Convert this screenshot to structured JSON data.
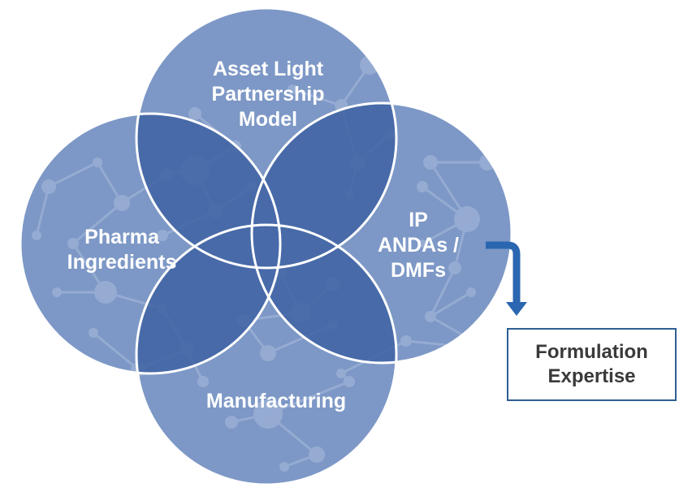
{
  "diagram": {
    "circles": [
      {
        "id": "top",
        "label": "Asset Light\nPartnership\nModel"
      },
      {
        "id": "left",
        "label": "Pharma\nIngredients"
      },
      {
        "id": "right",
        "label": "IP\nANDAs /\nDMFs"
      },
      {
        "id": "bottom",
        "label": "Manufacturing"
      }
    ],
    "callout": {
      "label": "Formulation\nExpertise"
    },
    "colors": {
      "circle_fill": "#7d98c6",
      "circle_stroke": "#ffffff",
      "overlap_fill": "#3f63a3",
      "molecule": "#a9bcdc",
      "arrow": "#2b66b0",
      "box_border": "#2e5f93",
      "box_text": "#3a3a3a"
    }
  }
}
